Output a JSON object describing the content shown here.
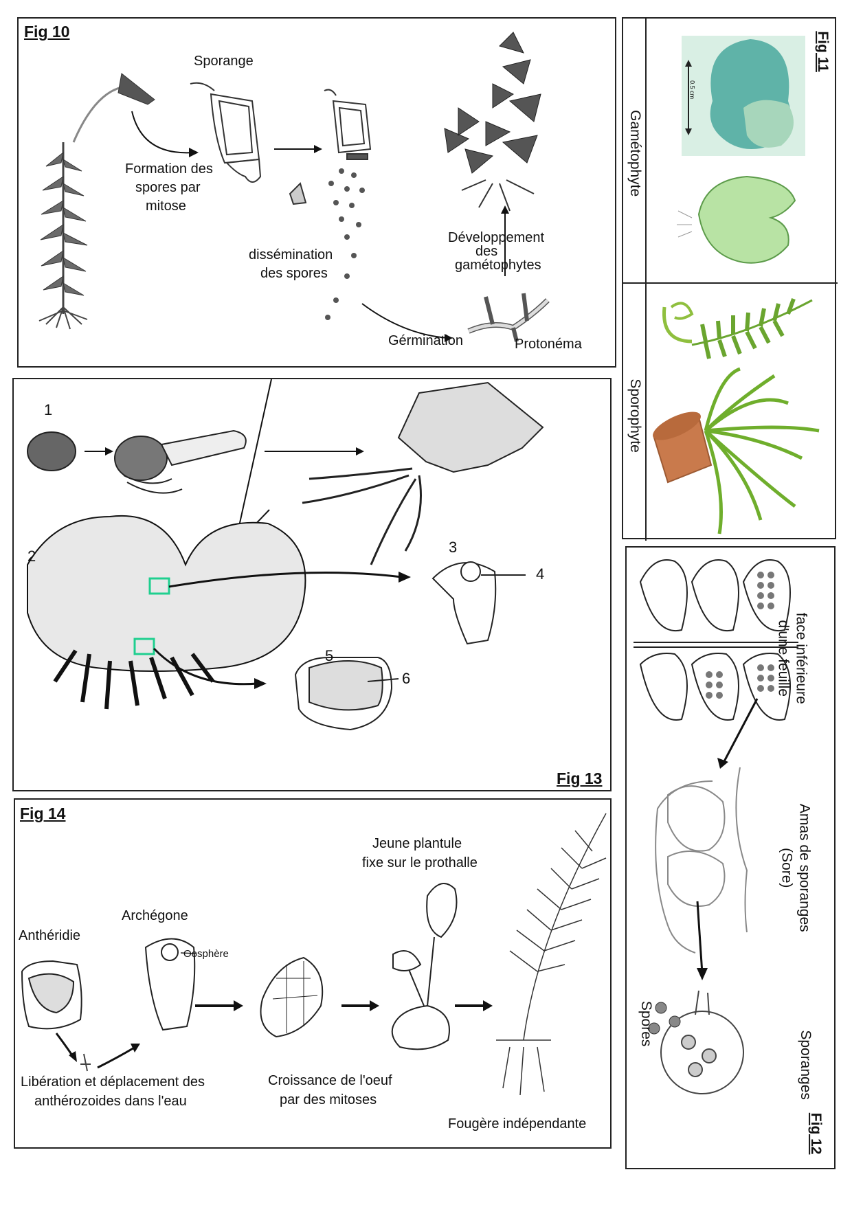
{
  "fig10": {
    "title": "Fig 10",
    "sporange": "Sporange",
    "formation": [
      "Formation des",
      "spores par",
      "mitose"
    ],
    "dissemination": [
      "dissémination",
      "des spores"
    ],
    "developpement": [
      "Développement",
      "des",
      "gamétophytes"
    ],
    "germination": "Gérmination",
    "protonema": "Protonéma"
  },
  "fig11": {
    "title": "Fig 11",
    "gametophyte": "Gamétophyte",
    "sporophyte": "Sporophyte",
    "scale": "0.5 cm"
  },
  "fig12": {
    "title": "Fig 12",
    "face": [
      "face inférieure",
      "d'une feuille"
    ],
    "amas": [
      "Amas de sporanges",
      "(Sore)"
    ],
    "sporanges": "Sporanges",
    "spores": "Spores"
  },
  "fig13": {
    "title": "Fig 13",
    "n1": "1",
    "n2": "2",
    "n3": "3",
    "n4": "4",
    "n5": "5",
    "n6": "6"
  },
  "fig14": {
    "title": "Fig 14",
    "antheridie": "Anthéridie",
    "archegone": "Archégone",
    "oosphere": "Oosphère",
    "jeune": [
      "Jeune plantule",
      "fixe sur le prothalle"
    ],
    "liberation": [
      "Libération et déplacement des",
      "anthérozoides dans l'eau"
    ],
    "croissance": [
      "Croissance de l'oeuf",
      "par des mitoses"
    ],
    "fougere": "Fougère indépendante"
  }
}
